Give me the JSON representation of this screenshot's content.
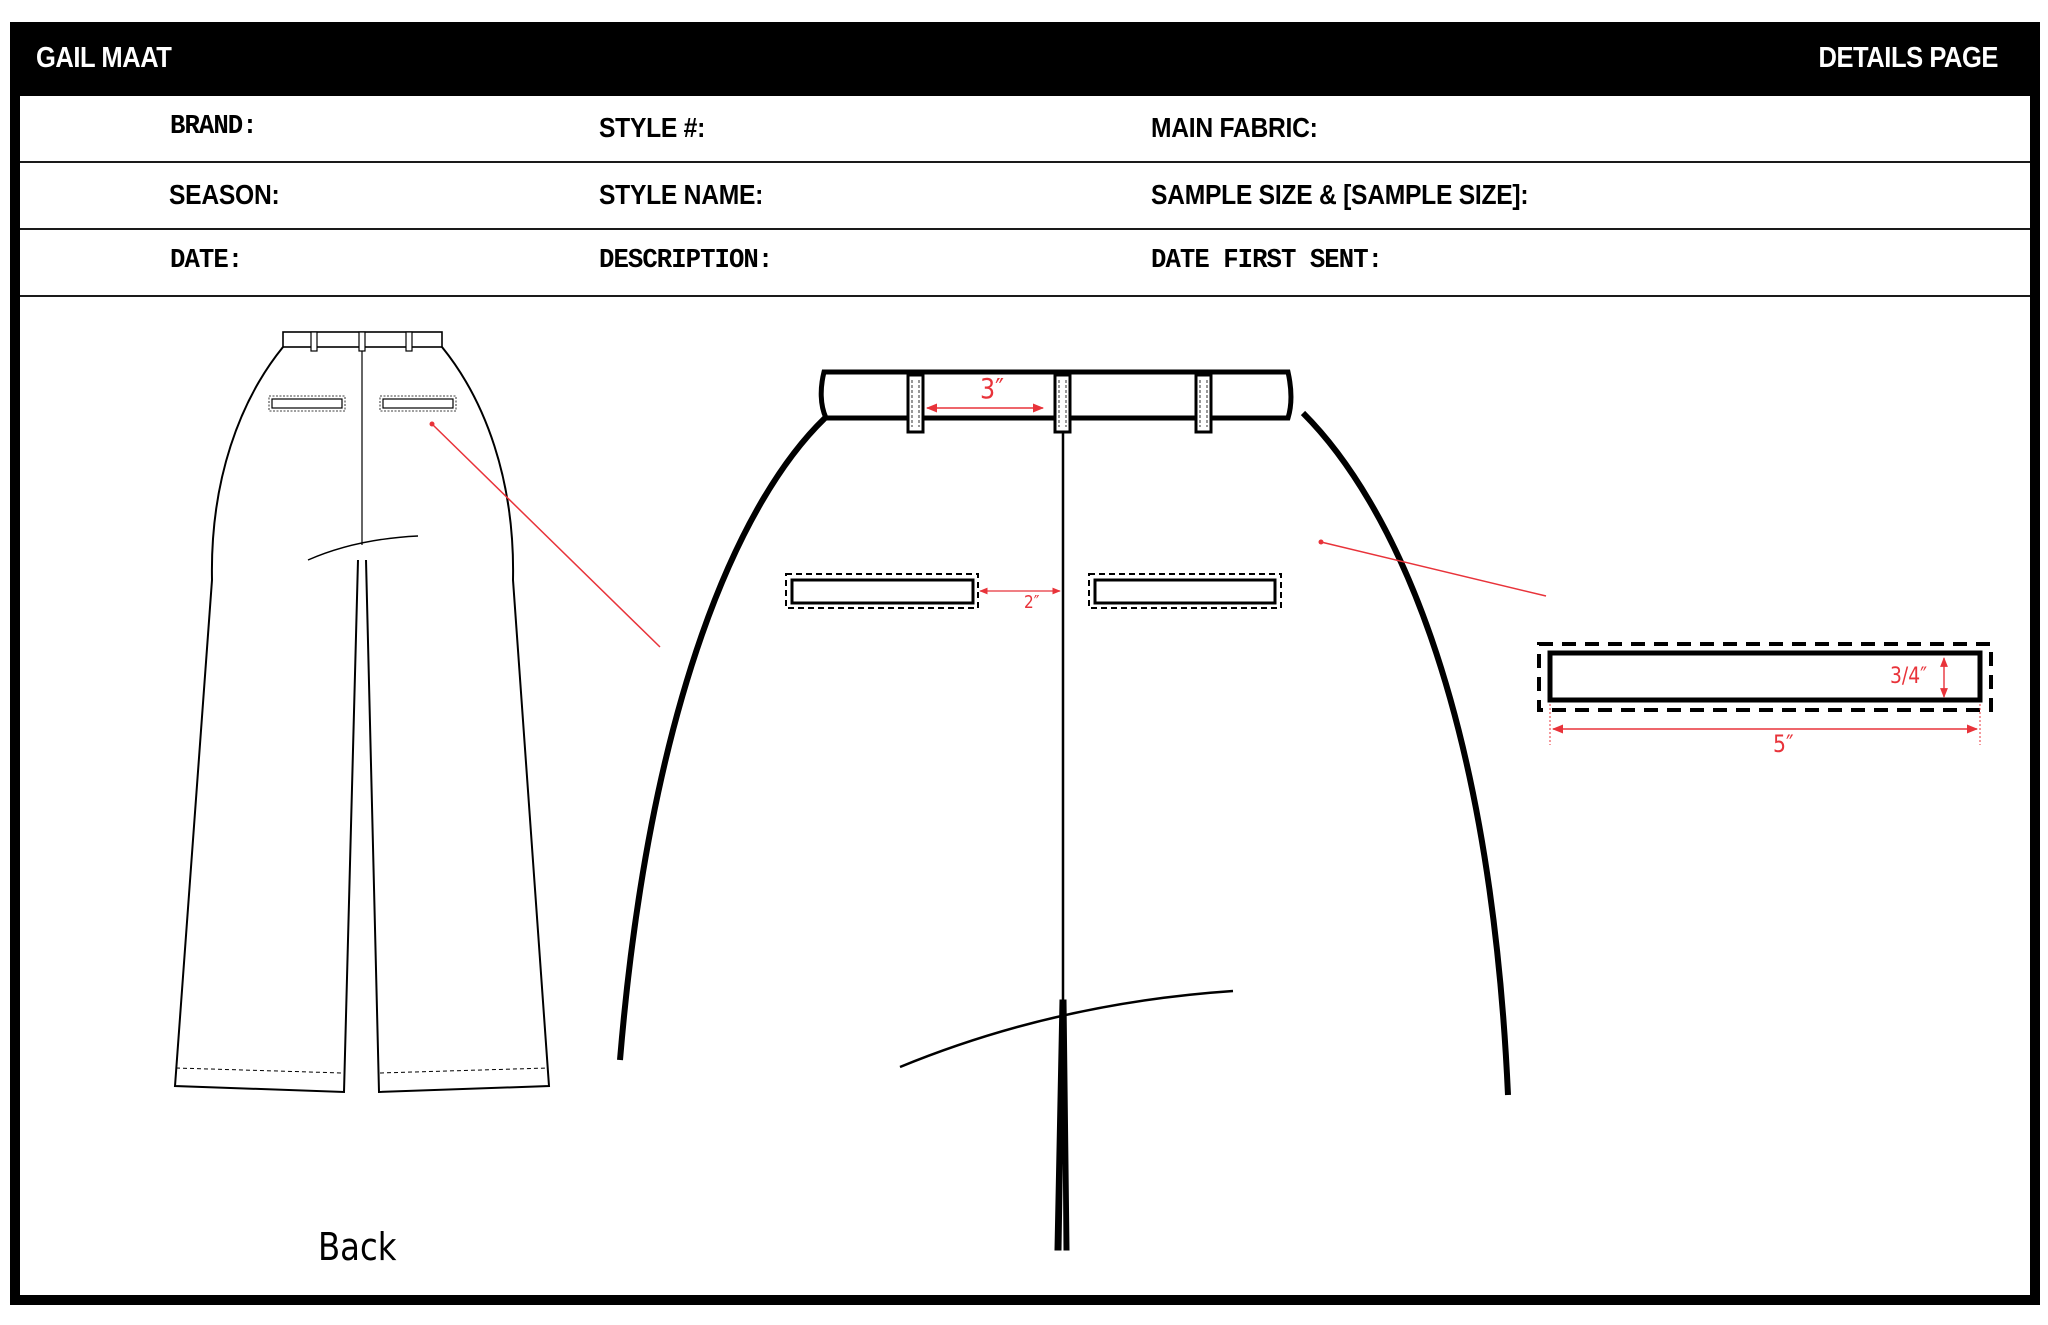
{
  "header": {
    "company": "GAIL MAAT",
    "page_title": "DETAILS PAGE"
  },
  "spec_fields": {
    "row1": {
      "col1": "BRAND:",
      "col2": "STYLE #:",
      "col3": "MAIN FABRIC:"
    },
    "row2": {
      "col1": "SEASON:",
      "col2": "STYLE NAME:",
      "col3": "SAMPLE SIZE & [SAMPLE SIZE]:"
    },
    "row3": {
      "col1": "DATE:",
      "col2": "DESCRIPTION:",
      "col3": "DATE FIRST SENT:"
    }
  },
  "sketch": {
    "view_label": "Back",
    "measurements": {
      "belt_loop_spacing": "3″",
      "pocket_to_seam": "2″",
      "pocket_height": "3/4″",
      "pocket_width": "5″"
    },
    "colors": {
      "line": "#000000",
      "annotation": "#e8333a"
    }
  }
}
